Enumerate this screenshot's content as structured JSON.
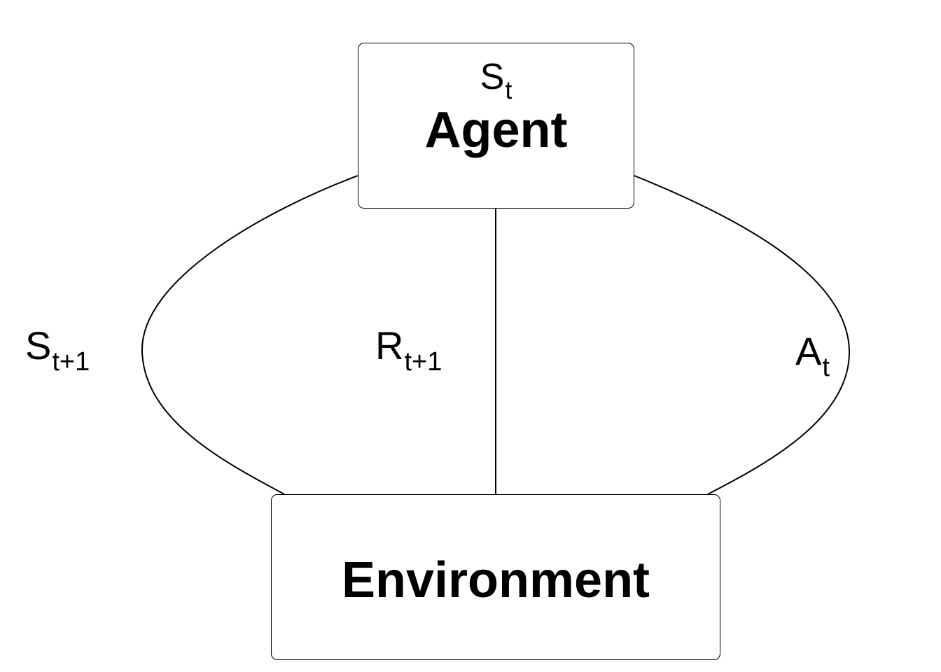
{
  "agent": {
    "title": "Agent",
    "state_symbol": "S",
    "state_subscript": "t"
  },
  "environment": {
    "title": "Environment"
  },
  "edges": {
    "next_state": {
      "symbol": "S",
      "subscript": "t+1"
    },
    "reward": {
      "symbol": "R",
      "subscript": "t+1"
    },
    "action": {
      "symbol": "A",
      "subscript": "t"
    }
  },
  "colors": {
    "stroke": "#000000",
    "background": "#ffffff"
  }
}
